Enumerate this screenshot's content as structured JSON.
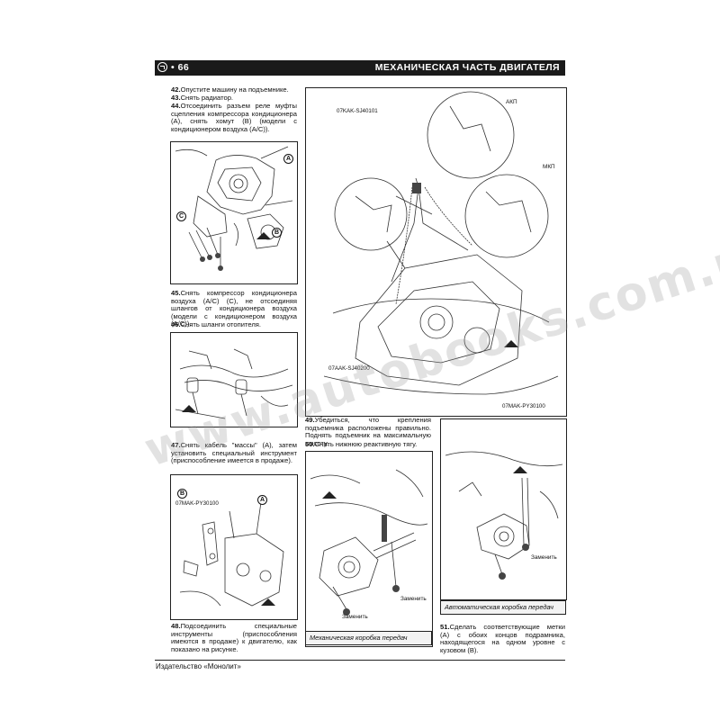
{
  "header": {
    "page_number": "66",
    "section_title": "МЕХАНИЧЕСКАЯ ЧАСТЬ ДВИГАТЕЛЯ"
  },
  "steps": {
    "s42_num": "42.",
    "s42": "Опустите машину на подъемнике.",
    "s43_num": "43.",
    "s43": "Снять радиатор.",
    "s44_num": "44.",
    "s44": "Отсоединить разъем реле муфты сцепления компрессора кондиционера (A), снять хомут (B) (модели с кондиционером воздуха (A/C)).",
    "s45_num": "45.",
    "s45": "Снять компрессор кондиционера воздуха (A/C) (C), не отсоединяя шлангов от кондиционера воздуха (модели с кондиционером воздуха (A/C)).",
    "s46_num": "46.",
    "s46": "Снять шланги отопителя.",
    "s47_num": "47.",
    "s47": "Снять кабель \"массы\" (A), затем установить специальный инструмент (приспособление имеется в продаже).",
    "s48_num": "48.",
    "s48": "Подсоединить специальные инструменты (приспособления имеются в продаже) к двигателю, как показано на рисунке.",
    "s49_num": "49.",
    "s49": "Убедиться, что крепления подъемника расположены правильно. Поднять подъемник на максимальную высоту.",
    "s50_num": "50.",
    "s50": "Снять нижнюю реактивную тягу.",
    "s51_num": "51.",
    "s51": "Сделать соответствующие метки (A) с обоих концов подрамника, находящегося на одном уровне с кузовом (B)."
  },
  "figure_labels": {
    "callout_a": "A",
    "callout_b": "B",
    "callout_c": "C",
    "code_sj40101": "07KAK-SJ40101",
    "code_sj40200": "07AAK-SJ40200",
    "code_py30100": "07MAK-PY30100",
    "akp": "АКП",
    "mkp": "МКП",
    "replace_1": "Заменить",
    "replace_2": "Заменить",
    "replace_3": "Заменить"
  },
  "captions": {
    "manual": "Механическая коробка передач",
    "automatic": "Автоматическая коробка передач"
  },
  "footer": {
    "publisher": "Издательство «Монолит»"
  },
  "watermark": "www.autobooks.com.ua"
}
